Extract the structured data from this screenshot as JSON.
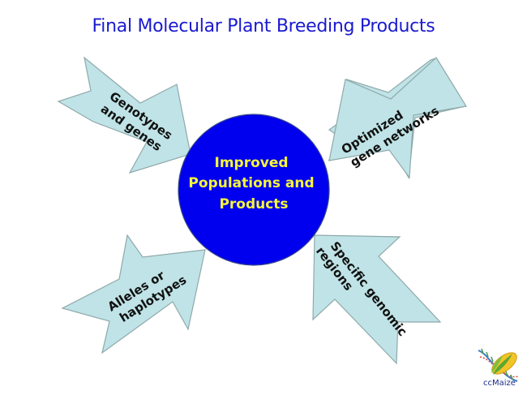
{
  "title": "Final Molecular Plant Breeding Products",
  "center": {
    "lines": [
      "Improved",
      "Populations and",
      "Products"
    ],
    "fill_color": "#0000ee",
    "text_color": "#f5f53a"
  },
  "arrows": [
    {
      "id": "top-left",
      "lines": [
        "Genotypes",
        "and genes"
      ]
    },
    {
      "id": "top-right",
      "lines": [
        "Optimized",
        "gene networks"
      ]
    },
    {
      "id": "bottom-left",
      "lines": [
        "Alleles or",
        "haplotypes"
      ]
    },
    {
      "id": "bottom-right",
      "lines": [
        "Specific genomic",
        "regions"
      ]
    }
  ],
  "arrow_color": "#bfe3e6",
  "logo": {
    "text": "ccMaize",
    "icon": "corn-dna-icon"
  }
}
